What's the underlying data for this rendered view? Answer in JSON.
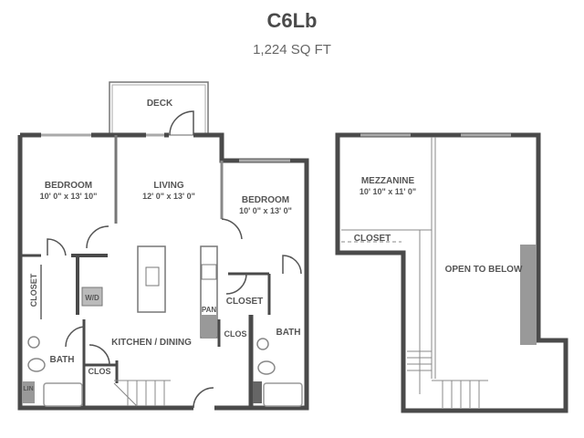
{
  "header": {
    "title": "C6Lb",
    "area": "1,224 SQ FT"
  },
  "colors": {
    "wall": "#4a4a4a",
    "wall_light": "#888888",
    "text": "#555555",
    "fixture": "#9a9a9a"
  },
  "floor1": {
    "rooms": [
      {
        "name": "DECK"
      },
      {
        "name": "BEDROOM",
        "dims": "10' 0\" x 13' 10\""
      },
      {
        "name": "LIVING",
        "dims": "12' 0\" x 13' 0\""
      },
      {
        "name": "BEDROOM",
        "dims": "10' 0\" x 13' 0\""
      },
      {
        "name": "KITCHEN / DINING"
      },
      {
        "name": "BATH"
      },
      {
        "name": "BATH"
      },
      {
        "name": "CLOSET"
      },
      {
        "name": "CLOSET"
      },
      {
        "name": "W/D"
      },
      {
        "name": "PAN"
      },
      {
        "name": "CLOS"
      },
      {
        "name": "CLOS"
      },
      {
        "name": "LIN"
      }
    ]
  },
  "floor2": {
    "rooms": [
      {
        "name": "MEZZANINE",
        "dims": "10' 10\" x 11' 0\""
      },
      {
        "name": "CLOSET"
      },
      {
        "name": "OPEN TO BELOW"
      }
    ]
  }
}
